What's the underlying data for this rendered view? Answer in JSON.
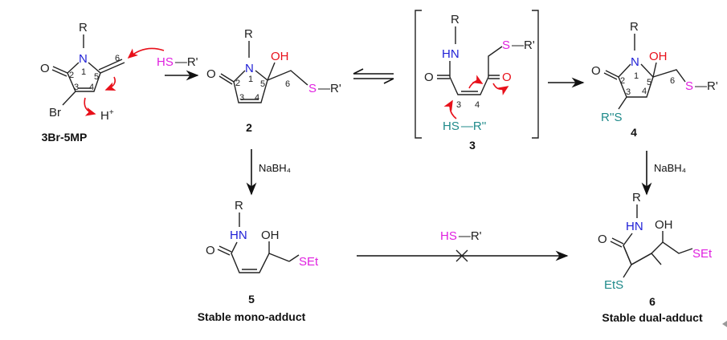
{
  "colors": {
    "nitrogen": "#1f1fd6",
    "oxygen": "#e8101a",
    "thiol1": "#e020e0",
    "thiol2": "#1f8a8a",
    "bond": "#222222",
    "curved_arrow": "#e8101a"
  },
  "atoms": {
    "R": "R",
    "N": "N",
    "HN": "HN",
    "O": "O",
    "OH": "OH",
    "Br": "Br",
    "Hplus": "H",
    "plus": "+",
    "S": "S",
    "Rp": "R'",
    "HS": "HS",
    "Rpp": "R''",
    "RppS": "R''S",
    "SEt": "SEt",
    "EtS": "EtS",
    "dash": "—"
  },
  "ring_numbers": [
    "1",
    "2",
    "3",
    "4",
    "5",
    "6"
  ],
  "compounds": {
    "c1": {
      "label": "3Br-5MP"
    },
    "c2": {
      "label": "2"
    },
    "c3": {
      "label": "3"
    },
    "c4": {
      "label": "4"
    },
    "c5": {
      "label": "5",
      "caption": "Stable mono-adduct"
    },
    "c6": {
      "label": "6",
      "caption": "Stable dual-adduct"
    }
  },
  "reagents": {
    "nabh4_a": "NaBH₄",
    "nabh4_b": "NaBH₄",
    "thiol_top": "HS",
    "thiol_top_r": "R'",
    "thiol_bottom": "HS",
    "thiol_bottom_r": "R'"
  }
}
